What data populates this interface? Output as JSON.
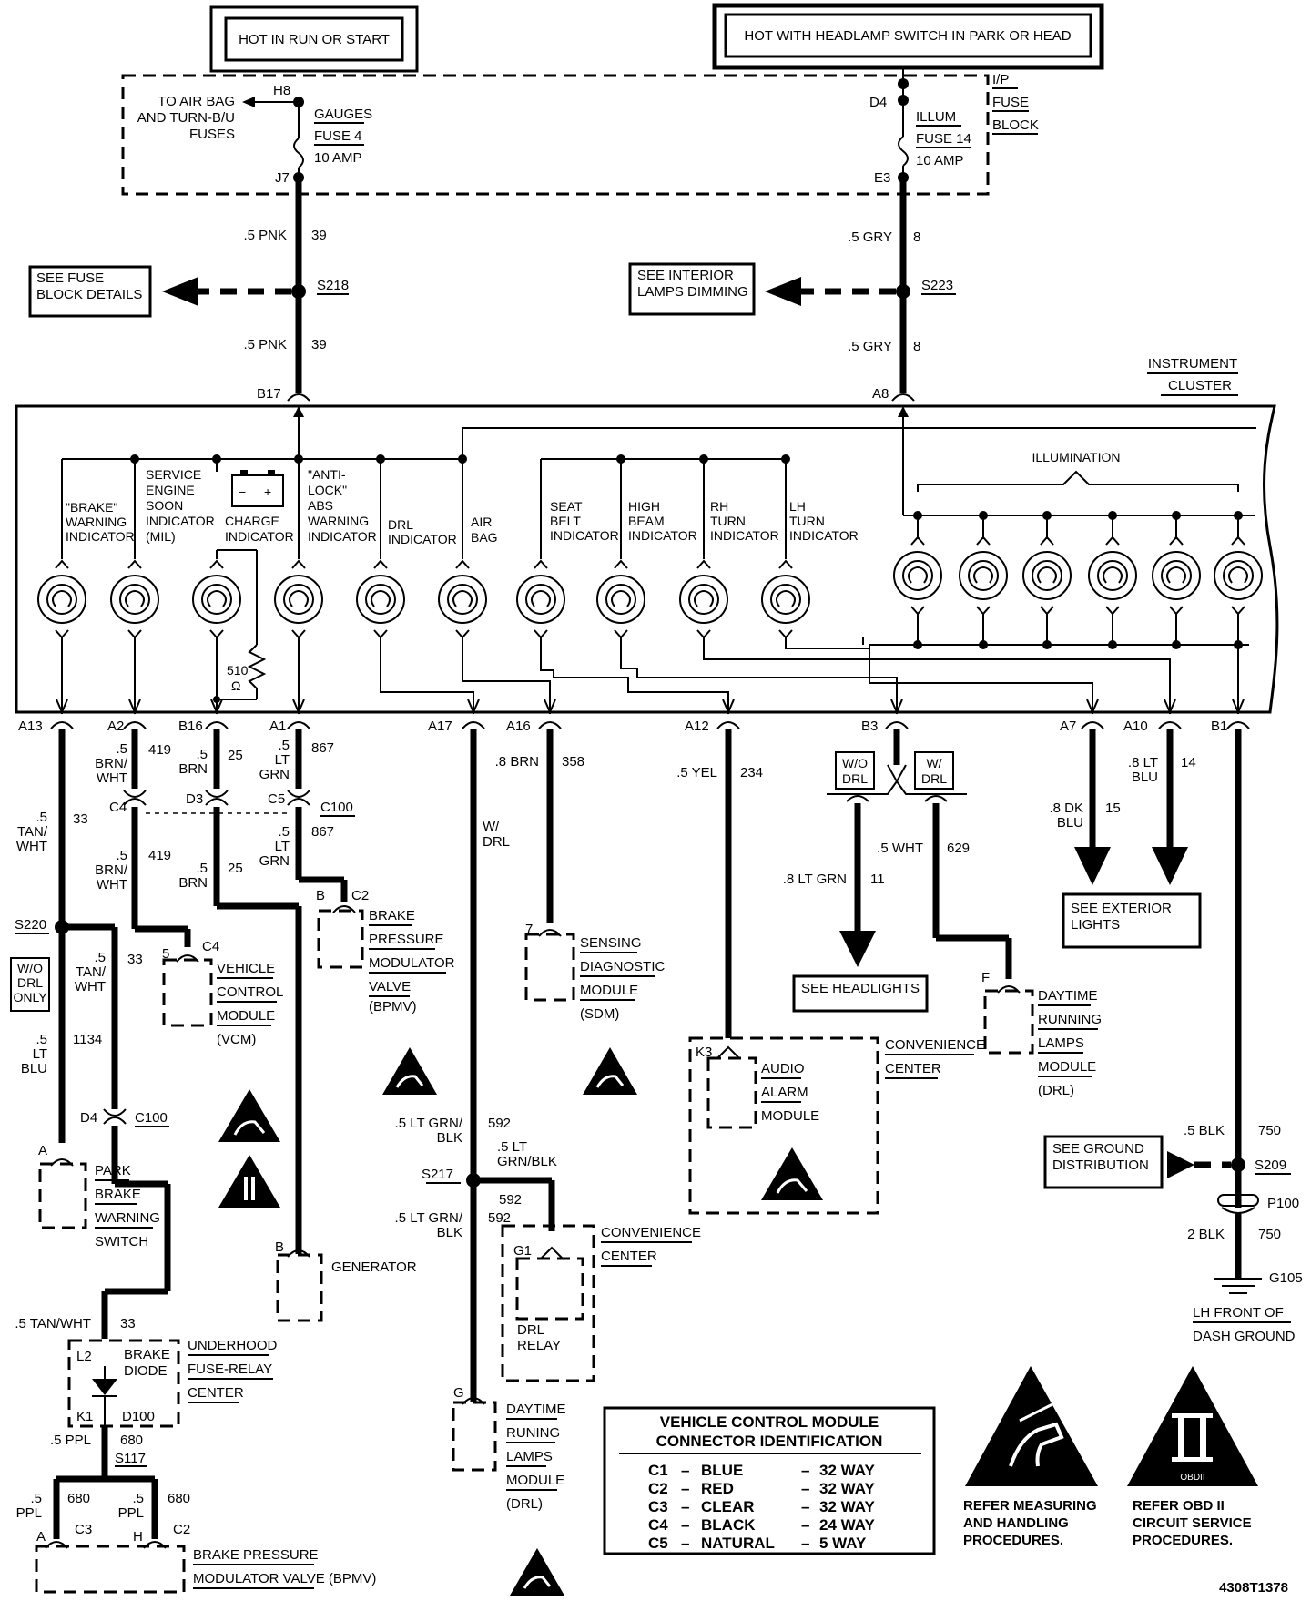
{
  "header": {
    "power_left": "HOT IN RUN OR START",
    "power_right": "HOT WITH HEADLAMP SWITCH IN PARK OR HEAD"
  },
  "fuse_block": {
    "label_lines": [
      "I/P",
      "FUSE",
      "BLOCK"
    ],
    "h8": "H8",
    "j7": "J7",
    "d4": "D4",
    "e3": "E3",
    "to_airbag_lines": [
      "TO AIR BAG",
      "AND TURN-B/U",
      "FUSES"
    ],
    "gauges_fuse_lines": [
      "GAUGES",
      "FUSE 4",
      "10 AMP"
    ],
    "illum_fuse_lines": [
      "ILLUM",
      "FUSE 14",
      "10 AMP"
    ]
  },
  "top_wires": {
    "pnk": ".5 PNK",
    "pnk_circuit": "39",
    "gry": ".5 GRY",
    "gry_circuit": "8",
    "s218": "S218",
    "s223": "S223",
    "fuse_details_lines": [
      "SEE FUSE",
      "BLOCK DETAILS"
    ],
    "interior_dimming_lines": [
      "SEE INTERIOR",
      "LAMPS DIMMING"
    ],
    "b17": "B17",
    "a8": "A8"
  },
  "cluster": {
    "title_lines": [
      "INSTRUMENT",
      "CLUSTER"
    ],
    "illumination": "ILLUMINATION",
    "indicators": [
      {
        "lines": [
          "\"BRAKE\"",
          "WARNING",
          "INDICATOR"
        ]
      },
      {
        "lines": [
          "SERVICE",
          "ENGINE",
          "SOON",
          "INDICATOR",
          "(MIL)"
        ]
      },
      {
        "lines": [
          "CHARGE",
          "INDICATOR"
        ]
      },
      {
        "lines": [
          "\"ANTI-",
          "LOCK\"",
          "ABS",
          "WARNING",
          "INDICATOR"
        ]
      },
      {
        "lines": [
          "DRL",
          "INDICATOR"
        ]
      },
      {
        "lines": [
          "AIR",
          "BAG"
        ]
      },
      {
        "lines": [
          "SEAT",
          "BELT",
          "INDICATOR"
        ]
      },
      {
        "lines": [
          "HIGH",
          "BEAM",
          "INDICATOR"
        ]
      },
      {
        "lines": [
          "RH",
          "TURN",
          "INDICATOR"
        ]
      },
      {
        "lines": [
          "LH",
          "TURN",
          "INDICATOR"
        ]
      }
    ],
    "resistor_lines": [
      "510",
      "Ω"
    ],
    "pins": [
      "A13",
      "A2",
      "B16",
      "A1",
      "A17",
      "A16",
      "A12",
      "B3",
      "A7",
      "A10",
      "B1"
    ]
  },
  "wires_below": {
    "a13_wire": [
      ".5",
      "TAN/",
      "WHT"
    ],
    "a13_circuit": "33",
    "a2_wire": [
      ".5",
      "BRN/",
      "WHT"
    ],
    "a2_circuit": "419",
    "b16_wire": [
      ".5",
      "BRN"
    ],
    "b16_circuit": "25",
    "a1_wire": [
      ".5",
      "LT",
      "GRN"
    ],
    "a1_circuit": "867",
    "a17_wire": [
      "W/",
      "DRL"
    ],
    "a16_wire": ".8 BRN",
    "a16_circuit": "358",
    "a12_wire": ".5 YEL",
    "a12_circuit": "234",
    "a10_wire": [
      ".8 LT",
      "BLU"
    ],
    "a10_circuit": "14",
    "a7_wire": [
      ".8 DK",
      "BLU"
    ],
    "a7_circuit": "15",
    "c4": "C4",
    "d3": "D3",
    "c5": "C5",
    "c100": "C100",
    "c4_wire2": [
      ".5",
      "BRN/",
      "WHT"
    ],
    "c4_circuit2": "419",
    "d3_wire2": [
      ".5",
      "BRN"
    ],
    "d3_circuit2": "25",
    "c5_wire2": [
      ".5",
      "LT",
      "GRN"
    ],
    "c5_circuit2": "867",
    "wo_drl": [
      "W/O",
      "DRL"
    ],
    "w_drl": [
      "W/",
      "DRL"
    ],
    "headlight_wire": ".8 LT GRN",
    "headlight_circuit": "11",
    "drl_wire": ".5 WHT",
    "drl_circuit": "629"
  },
  "components": {
    "bpmv_top": {
      "pin": "B",
      "conn": "C2",
      "lines": [
        "BRAKE",
        "PRESSURE",
        "MODULATOR",
        "VALVE",
        "(BPMV)"
      ]
    },
    "vcm": {
      "pin": "5",
      "conn": "C4",
      "lines": [
        "VEHICLE",
        "CONTROL",
        "MODULE",
        "(VCM)"
      ]
    },
    "sdm": {
      "pin": "7",
      "lines": [
        "SENSING",
        "DIAGNOSTIC",
        "MODULE",
        "(SDM)"
      ]
    },
    "exterior_lights_lines": [
      "SEE EXTERIOR",
      "LIGHTS"
    ],
    "headlights": "SEE HEADLIGHTS",
    "drl_module_f": {
      "pin": "F",
      "lines": [
        "DAYTIME",
        "RUNNING",
        "LAMPS",
        "MODULE",
        "(DRL)"
      ]
    },
    "convenience_center_1": {
      "lines": [
        "CONVENIENCE",
        "CENTER"
      ]
    },
    "audio_alarm": {
      "pin": "K3",
      "lines": [
        "AUDIO",
        "ALARM",
        "MODULE"
      ]
    },
    "s220": "S220",
    "wo_drl_only": [
      "W/O",
      "DRL",
      "ONLY"
    ],
    "s220_wire": [
      ".5",
      "TAN/",
      "WHT"
    ],
    "s220_circuit": "33",
    "lt_blu_wire": [
      ".5",
      "LT",
      "BLU"
    ],
    "lt_blu_circuit": "1134",
    "d4_c100": "D4",
    "c100_2": "C100",
    "park_brake": {
      "pin": "A",
      "lines": [
        "PARK",
        "BRAKE",
        "WARNING",
        "SWITCH"
      ]
    },
    "generator": {
      "pin": "B",
      "label": "GENERATOR"
    },
    "s217": "S217",
    "s217_wire_top": [
      ".5 LT GRN/",
      "BLK"
    ],
    "s217_circuit_top": "592",
    "s217_wire_right": [
      ".5 LT",
      "GRN/BLK"
    ],
    "s217_circuit_right": "592",
    "s217_wire_bot": [
      ".5 LT GRN/",
      "BLK"
    ],
    "s217_circuit_bot": "592",
    "convenience_center_2": {
      "lines": [
        "CONVENIENCE",
        "CENTER"
      ]
    },
    "drl_relay": {
      "pin": "G1",
      "lines": [
        "DRL",
        "RELAY"
      ]
    },
    "drl_module_g": {
      "pin": "G",
      "lines": [
        "DAYTIME",
        "RUNING",
        "LAMPS",
        "MODULE",
        "(DRL)"
      ]
    },
    "ground_distribution_lines": [
      "SEE GROUND",
      "DISTRIBUTION"
    ],
    "blk_wire": ".5 BLK",
    "blk_circuit": "750",
    "s209": "S209",
    "p100": "P100",
    "blk2_wire": "2 BLK",
    "blk2_circuit": "750",
    "g105": "G105",
    "lh_front_lines": [
      "LH FRONT OF",
      "DASH GROUND"
    ],
    "underhood_tan_wire": ".5 TAN/WHT",
    "underhood_circuit": "33",
    "underhood": {
      "lines": [
        "UNDERHOOD",
        "FUSE-RELAY",
        "CENTER"
      ],
      "diode_lines": [
        "BRAKE",
        "DIODE"
      ],
      "l2": "L2",
      "k1": "K1",
      "d100": "D100"
    },
    "ppl_wire": ".5 PPL",
    "ppl_circuit": "680",
    "s117": "S117",
    "ppl_left": [
      ".5",
      "PPL"
    ],
    "ppl_left_circuit": "680",
    "ppl_right": [
      ".5",
      "PPL"
    ],
    "ppl_right_circuit": "680",
    "bpmv_bottom": {
      "pin_a": "A",
      "conn_a": "C3",
      "pin_h": "H",
      "conn_h": "C2",
      "lines": [
        "BRAKE PRESSURE",
        "MODULATOR VALVE (BPMV)"
      ]
    }
  },
  "vcm_table": {
    "title_lines": [
      "VEHICLE CONTROL MODULE",
      "CONNECTOR IDENTIFICATION"
    ],
    "rows": [
      {
        "id": "C1",
        "color": "BLUE",
        "size": "32 WAY"
      },
      {
        "id": "C2",
        "color": "RED",
        "size": "32 WAY"
      },
      {
        "id": "C3",
        "color": "CLEAR",
        "size": "32 WAY"
      },
      {
        "id": "C4",
        "color": "BLACK",
        "size": "24 WAY"
      },
      {
        "id": "C5",
        "color": "NATURAL",
        "size": "5 WAY"
      }
    ]
  },
  "notes": {
    "esd_lines": [
      "REFER MEASURING",
      "AND HANDLING",
      "PROCEDURES."
    ],
    "obd_lines": [
      "REFER OBD II",
      "CIRCUIT SERVICE",
      "PROCEDURES."
    ],
    "obd_symbol": "II",
    "obd_sub": "OBDII"
  },
  "figure_id": "4308T1378"
}
